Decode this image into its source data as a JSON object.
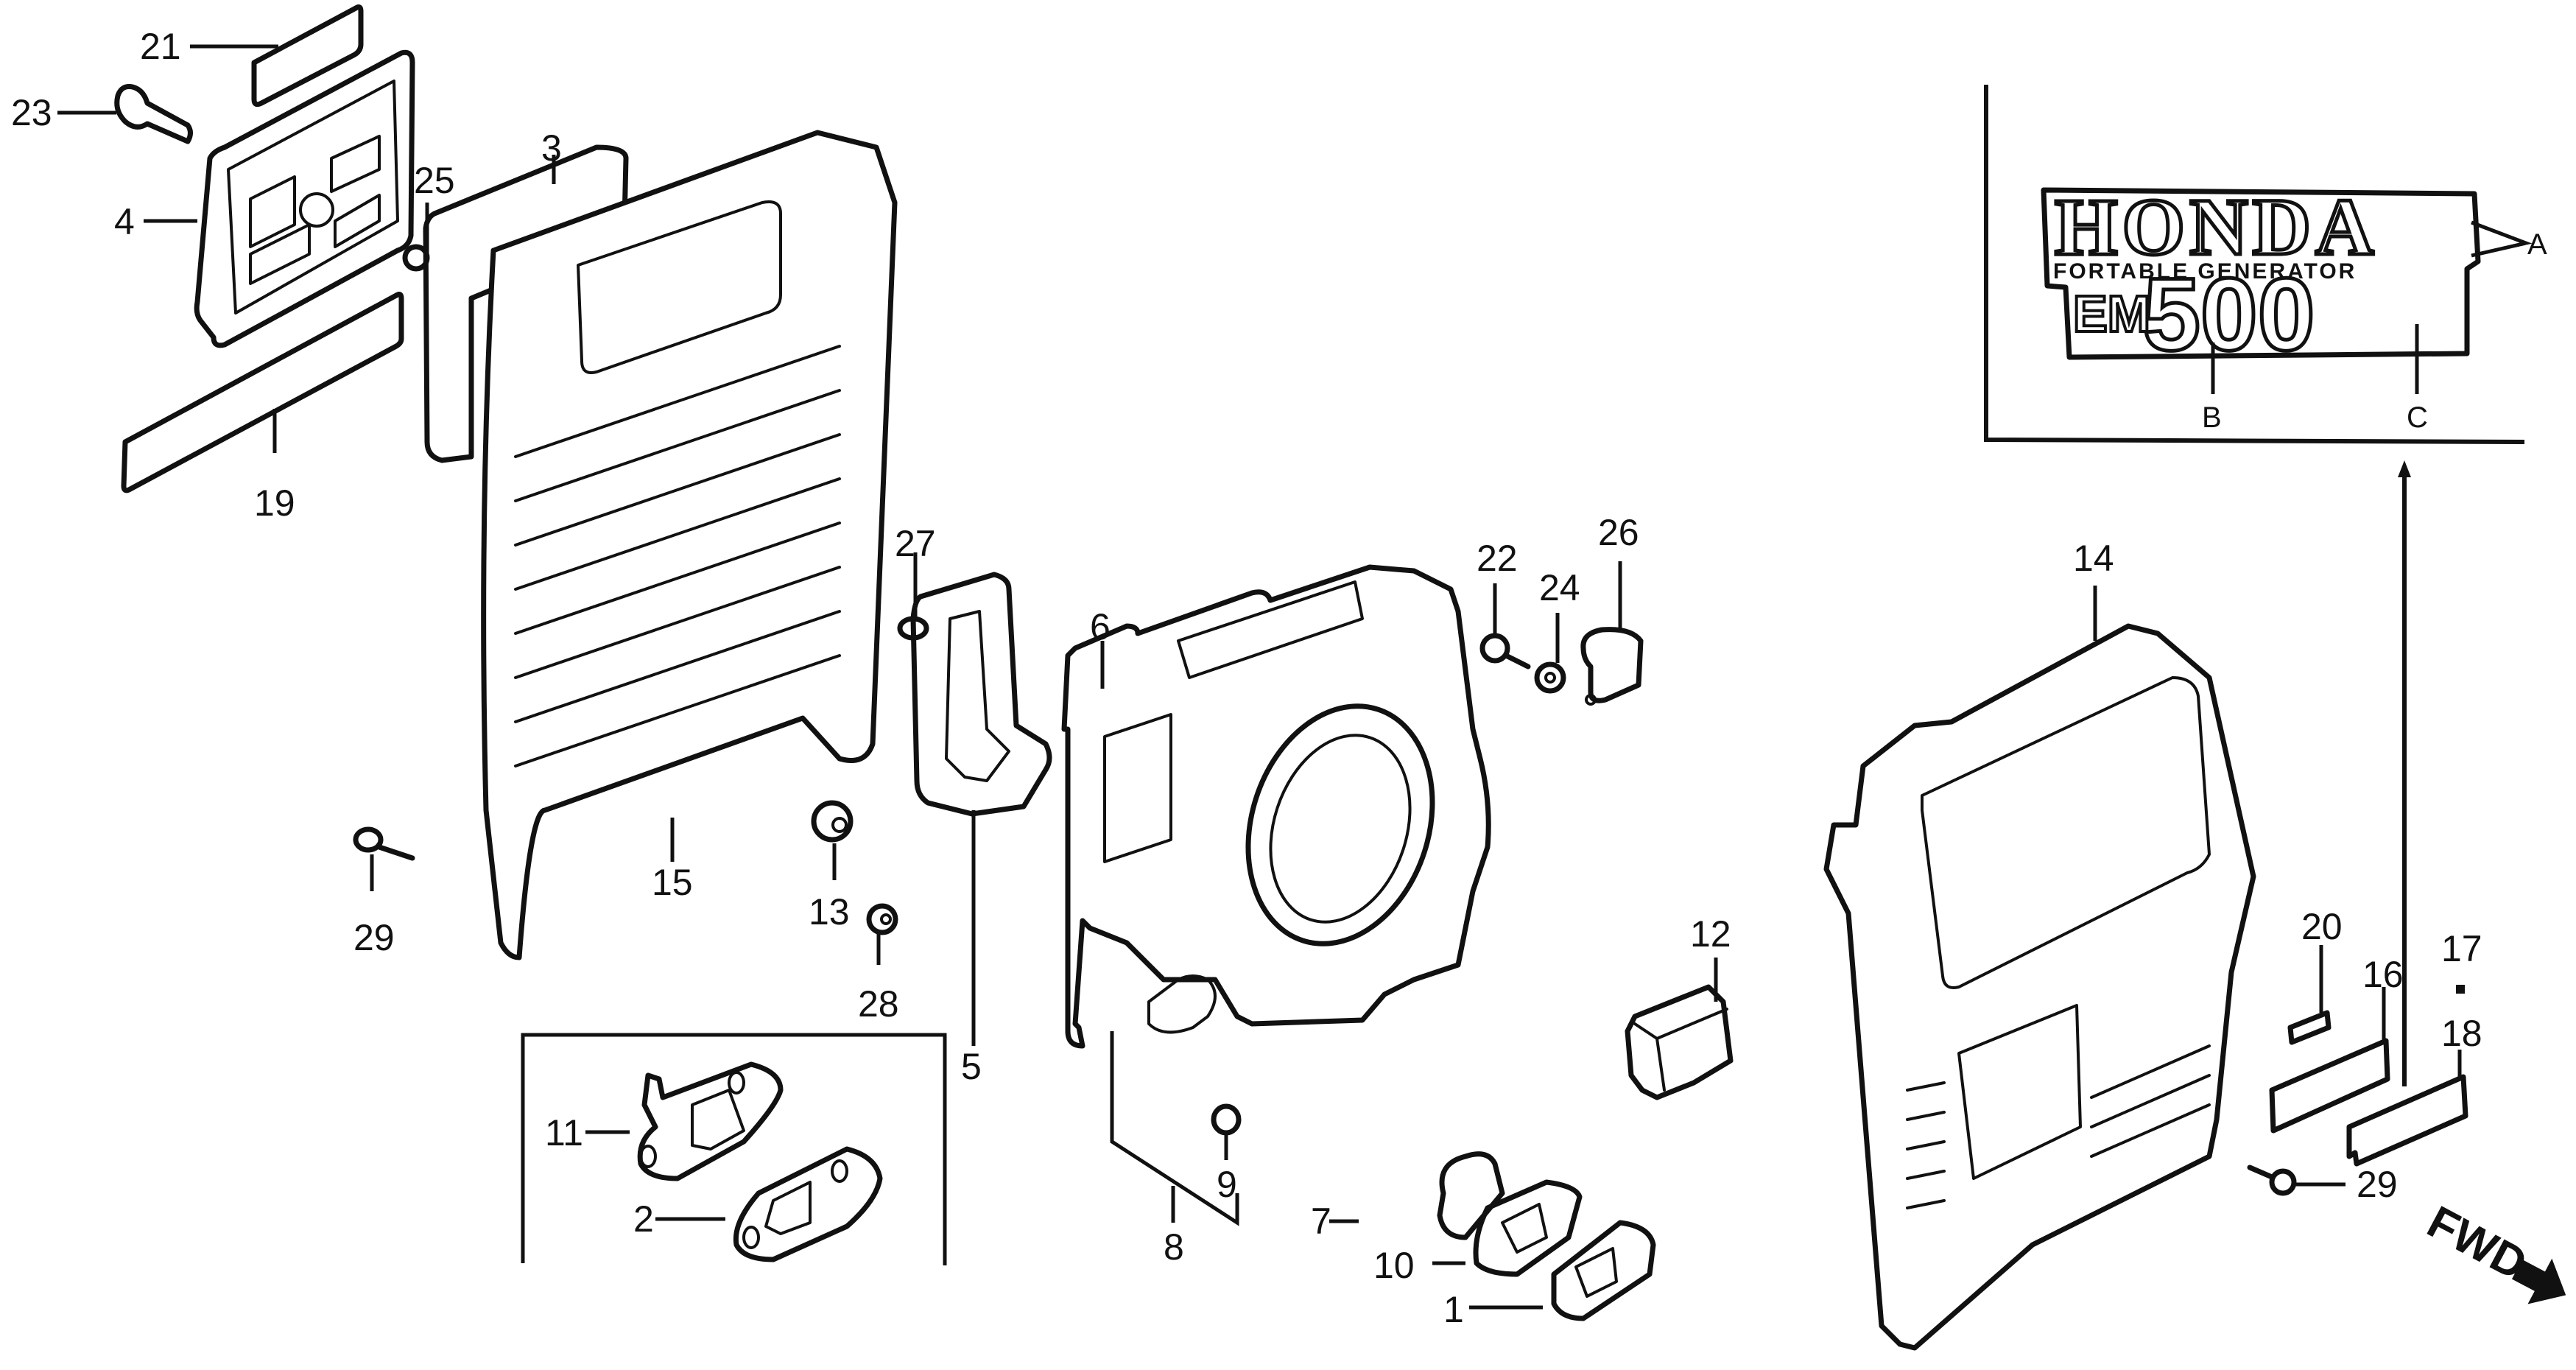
{
  "diagram": {
    "type": "exploded parts diagram",
    "subject": "Portable generator cover / fan shroud assembly"
  },
  "logo_decal": {
    "brand": "HONDA",
    "subtitle": "FORTABLE GENERATOR",
    "model_prefix": "EM",
    "model_number": "500",
    "callouts": {
      "a": "A",
      "b": "B",
      "c": "C"
    }
  },
  "part_labels": {
    "p1": "1",
    "p2": "2",
    "p3": "3",
    "p4": "4",
    "p5": "5",
    "p6": "6",
    "p7": "7",
    "p8": "8",
    "p9": "9",
    "p10": "10",
    "p11": "11",
    "p12": "12",
    "p13": "13",
    "p14": "14",
    "p15": "15",
    "p16": "16",
    "p17": "17",
    "p18": "18",
    "p19": "19",
    "p20": "20",
    "p21": "21",
    "p22": "22",
    "p23": "23",
    "p24": "24",
    "p25": "25",
    "p26": "26",
    "p27": "27",
    "p28": "28",
    "p29a": "29",
    "p29b": "29"
  },
  "direction_indicator": {
    "label": "FWD",
    "icon": "arrow-right-down-icon"
  }
}
